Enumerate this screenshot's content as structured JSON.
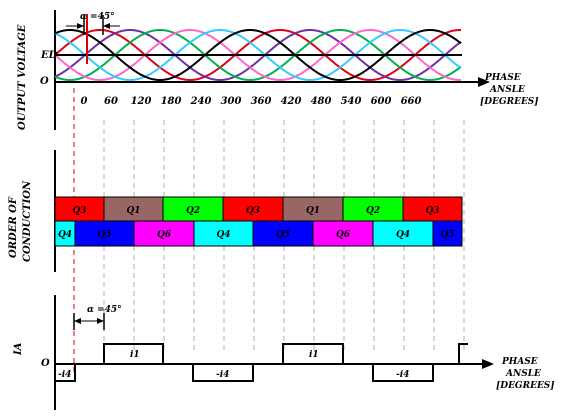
{
  "voltage_panel": {
    "y_label": "OUTPUT VOLTAGE",
    "ed_label": "ED",
    "zero_label": "O",
    "alpha_label": "α =45°",
    "x_label_lines": [
      "PHASE",
      "ANSLE",
      "[DEGREES]"
    ],
    "tick_labels": [
      "0",
      "60",
      "120",
      "180",
      "240",
      "300",
      "360",
      "420",
      "480",
      "540",
      "600",
      "660"
    ],
    "curve_colors": [
      "#e0001a",
      "#7030a0",
      "#00b050",
      "#ff66cc",
      "#33ccff",
      "#000000"
    ]
  },
  "conduction_panel": {
    "y_label_lines": [
      "ORDER OF",
      "CONDUCTION"
    ],
    "top_row": [
      {
        "label": "Q3",
        "color": "#ff0000"
      },
      {
        "label": "Q1",
        "color": "#996666"
      },
      {
        "label": "Q2",
        "color": "#00ff00"
      },
      {
        "label": "Q3",
        "color": "#ff0000"
      },
      {
        "label": "Q1",
        "color": "#996666"
      },
      {
        "label": "Q2",
        "color": "#00ff00"
      },
      {
        "label": "Q3",
        "color": "#ff0000"
      }
    ],
    "bottom_row": [
      {
        "label": "Q4",
        "color": "#00ffff"
      },
      {
        "label": "Q5",
        "color": "#0000ff"
      },
      {
        "label": "Q6",
        "color": "#ff00ff"
      },
      {
        "label": "Q4",
        "color": "#00ffff"
      },
      {
        "label": "Q5",
        "color": "#0000ff"
      },
      {
        "label": "Q6",
        "color": "#ff00ff"
      },
      {
        "label": "Q4",
        "color": "#00ffff"
      },
      {
        "label": "Q5",
        "color": "#0000ff"
      }
    ]
  },
  "current_panel": {
    "y_label": "IA",
    "zero_label": "O",
    "alpha_label": "α =45°",
    "x_label_lines": [
      "PHASE",
      "ANSLE",
      "[DEGREES]"
    ],
    "pulse_labels": [
      "-i4",
      "i1",
      "-i4",
      "i1",
      "-i4"
    ]
  }
}
